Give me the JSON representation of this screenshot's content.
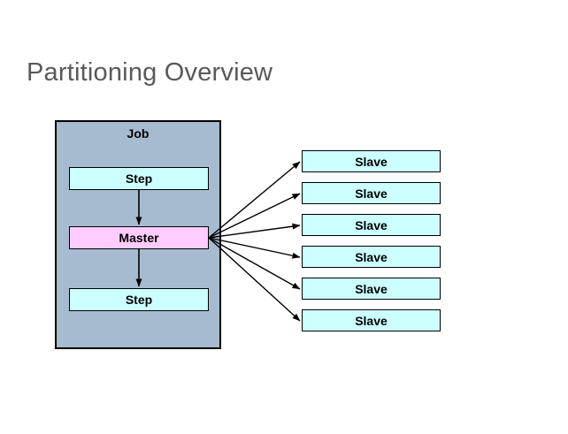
{
  "page": {
    "title": "Partitioning Overview",
    "background_color": "#ffffff",
    "title_color": "#595959"
  },
  "colors": {
    "job_fill": "#a6bbd0",
    "step_fill": "#ccffff",
    "master_fill": "#ffccff",
    "slave_fill": "#ccffff",
    "stroke": "#000000"
  },
  "diagram": {
    "job": {
      "label": "Job",
      "steps": [
        {
          "label": "Step"
        },
        {
          "label": "Step"
        }
      ],
      "master": {
        "label": "Master"
      }
    },
    "slaves": [
      {
        "label": "Slave"
      },
      {
        "label": "Slave"
      },
      {
        "label": "Slave"
      },
      {
        "label": "Slave"
      },
      {
        "label": "Slave"
      },
      {
        "label": "Slave"
      }
    ]
  }
}
